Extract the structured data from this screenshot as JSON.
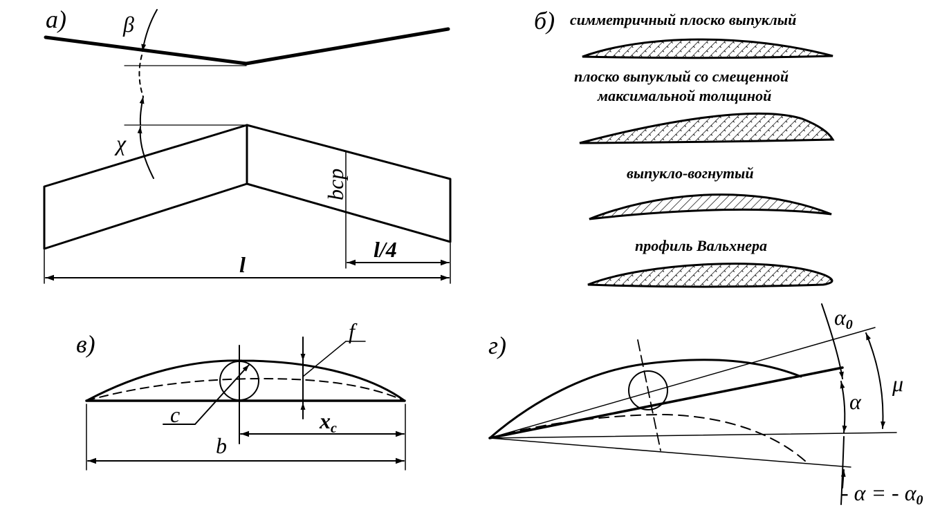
{
  "panels": {
    "a": {
      "label": "а)",
      "beta": "β",
      "chi": "χ",
      "chord_mid": "bср",
      "span": "l",
      "quarter": "l/4"
    },
    "b": {
      "label": "б)",
      "profiles": [
        "симметричный плоско выпуклый",
        "плоско выпуклый со смещенной",
        "максимальной толщиной",
        "выпукло-вогнутый",
        "профиль Вальхнера"
      ]
    },
    "v": {
      "label": "в)",
      "f": "f",
      "c": "c",
      "b": "b",
      "xc": "x",
      "xc_sub": "c"
    },
    "g": {
      "label": "г)",
      "alpha0": "α",
      "alpha0_sub": "0",
      "alpha": "α",
      "mu": "μ",
      "neg_alpha": "- α = - α",
      "neg_alpha_sub": "0"
    }
  }
}
